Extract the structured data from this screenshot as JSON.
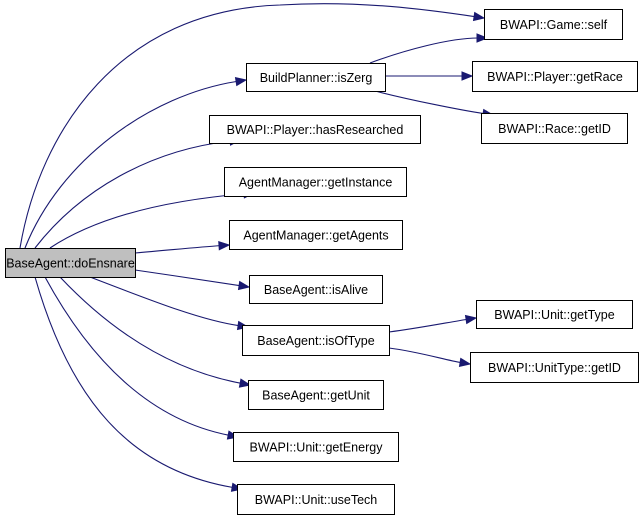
{
  "graph": {
    "type": "call-graph",
    "edge_color": "#191970",
    "root_fill": "#bfbfbf",
    "node_fill": "#ffffff",
    "nodes": [
      {
        "id": "root",
        "label": "BaseAgent::doEnsnare",
        "root": true
      },
      {
        "id": "isZerg",
        "label": "BuildPlanner::isZerg"
      },
      {
        "id": "hasResearched",
        "label": "BWAPI::Player::hasResearched"
      },
      {
        "id": "getInstance",
        "label": "AgentManager::getInstance"
      },
      {
        "id": "getAgents",
        "label": "AgentManager::getAgents"
      },
      {
        "id": "isAlive",
        "label": "BaseAgent::isAlive"
      },
      {
        "id": "isOfType",
        "label": "BaseAgent::isOfType"
      },
      {
        "id": "getUnit",
        "label": "BaseAgent::getUnit"
      },
      {
        "id": "getEnergy",
        "label": "BWAPI::Unit::getEnergy"
      },
      {
        "id": "useTech",
        "label": "BWAPI::Unit::useTech"
      },
      {
        "id": "gameSelf",
        "label": "BWAPI::Game::self"
      },
      {
        "id": "getRace",
        "label": "BWAPI::Player::getRace"
      },
      {
        "id": "raceGetID",
        "label": "BWAPI::Race::getID"
      },
      {
        "id": "getType",
        "label": "BWAPI::Unit::getType"
      },
      {
        "id": "unitTypeGetID",
        "label": "BWAPI::UnitType::getID"
      }
    ],
    "edges": [
      {
        "from": "root",
        "to": "gameSelf"
      },
      {
        "from": "root",
        "to": "isZerg"
      },
      {
        "from": "root",
        "to": "hasResearched"
      },
      {
        "from": "root",
        "to": "getInstance"
      },
      {
        "from": "root",
        "to": "getAgents"
      },
      {
        "from": "root",
        "to": "isAlive"
      },
      {
        "from": "root",
        "to": "isOfType"
      },
      {
        "from": "root",
        "to": "getUnit"
      },
      {
        "from": "root",
        "to": "getEnergy"
      },
      {
        "from": "root",
        "to": "useTech"
      },
      {
        "from": "isZerg",
        "to": "gameSelf"
      },
      {
        "from": "isZerg",
        "to": "getRace"
      },
      {
        "from": "isZerg",
        "to": "raceGetID"
      },
      {
        "from": "isOfType",
        "to": "getType"
      },
      {
        "from": "isOfType",
        "to": "unitTypeGetID"
      }
    ]
  }
}
